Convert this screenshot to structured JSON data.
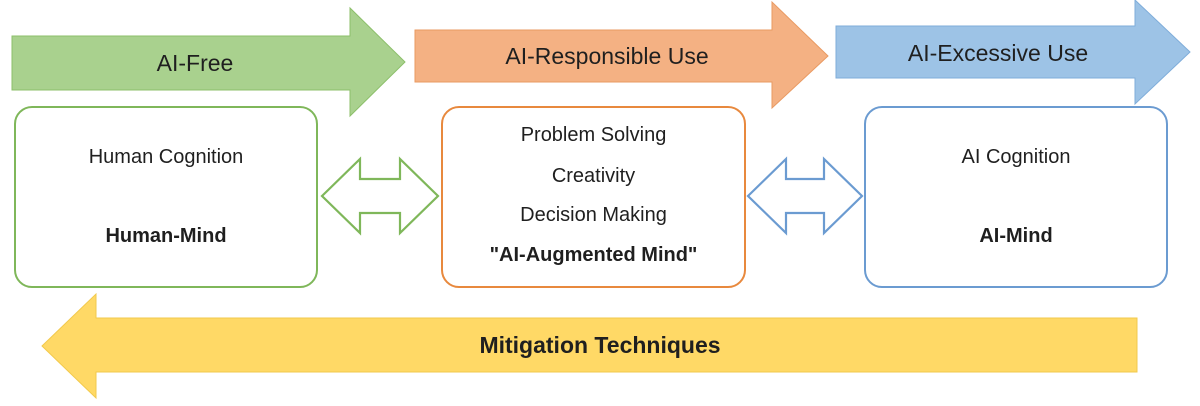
{
  "stages": [
    {
      "label": "AI-Free",
      "color": "#a9d18e"
    },
    {
      "label": "AI-Responsible Use",
      "color": "#f4b183"
    },
    {
      "label": "AI-Excessive Use",
      "color": "#9dc3e6"
    }
  ],
  "boxes": {
    "human": {
      "title": "Human Cognition",
      "subtitle": "Human-Mind"
    },
    "augmented": {
      "lines": [
        "Problem Solving",
        "Creativity",
        "Decision Making"
      ],
      "subtitle": "\"AI-Augmented Mind\""
    },
    "ai": {
      "title": "AI Cognition",
      "subtitle": "AI-Mind"
    }
  },
  "mitigation": {
    "label": "Mitigation Techniques",
    "color": "#ffd966"
  }
}
